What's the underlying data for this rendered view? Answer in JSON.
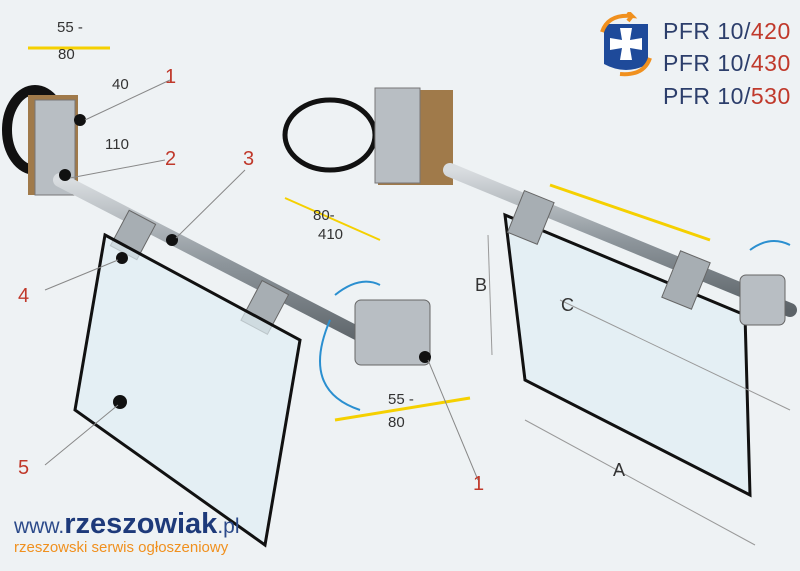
{
  "product_codes": [
    {
      "prefix": "PFR 10/",
      "size": "420"
    },
    {
      "prefix": "PFR 10/",
      "size": "430"
    },
    {
      "prefix": "PFR 10/",
      "size": "530"
    }
  ],
  "left_assembly": {
    "dims": {
      "width_top": "55 -",
      "width_bottom": "80",
      "offset": "40",
      "height": "110",
      "width2_top": "55 -",
      "width2_bottom": "80"
    },
    "callouts": [
      "1",
      "2",
      "3",
      "4",
      "5",
      "1"
    ]
  },
  "right_assembly": {
    "dims": {
      "range_top": "80-",
      "range_bottom": "410",
      "b": "B",
      "c": "C",
      "a": "A"
    }
  },
  "watermark": {
    "www": "www.",
    "name": "rzeszowiak",
    "tld": ".pl",
    "tagline": "rzeszowski serwis ogłoszeniowy"
  },
  "colors": {
    "accent_red": "#c0392b",
    "brand_blue": "#1e3a7a",
    "brand_orange": "#f0901e",
    "arrow_yellow": "#f5d000",
    "arrow_blue": "#2a8fd0"
  }
}
